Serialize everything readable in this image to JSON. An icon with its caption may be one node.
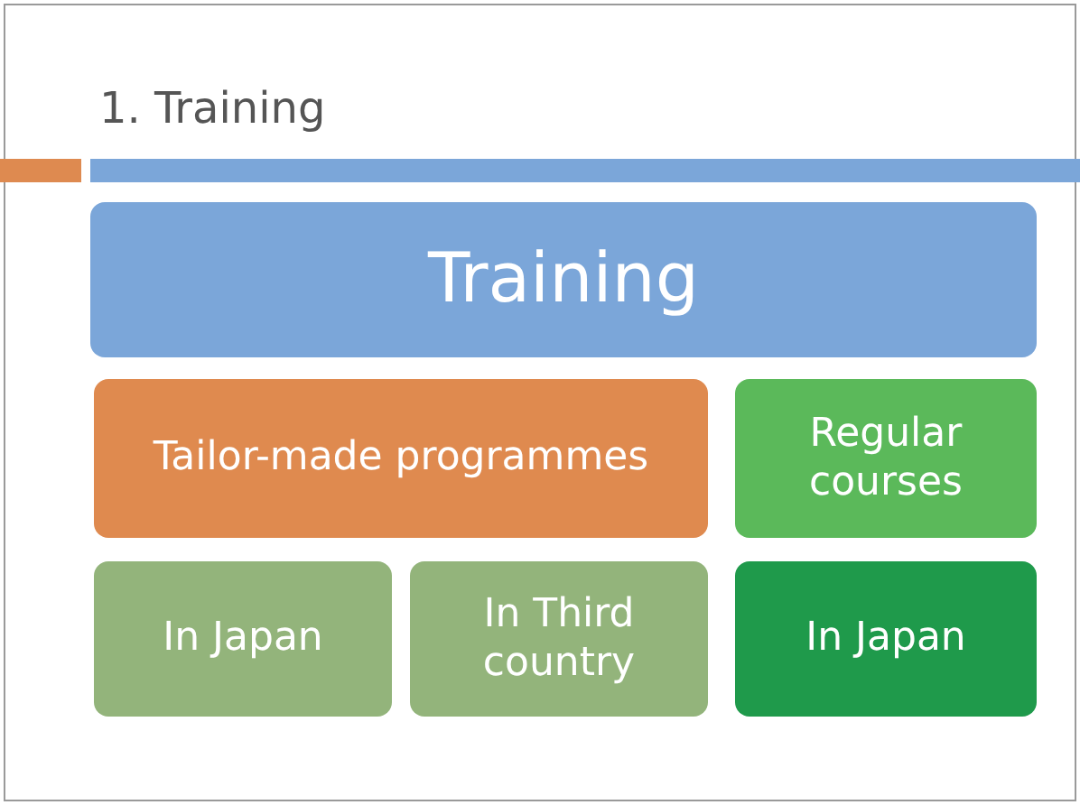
{
  "diagram": {
    "title": "1. Training",
    "nodes": [
      {
        "text": [
          "Training"
        ]
      },
      {
        "text": [
          "Tailor-made programmes"
        ]
      },
      {
        "text": [
          "Regular courses"
        ]
      },
      {
        "text": [
          "In Japan"
        ]
      },
      {
        "text": [
          "In Third country"
        ]
      },
      {
        "text": [
          "In Japan"
        ]
      }
    ]
  }
}
